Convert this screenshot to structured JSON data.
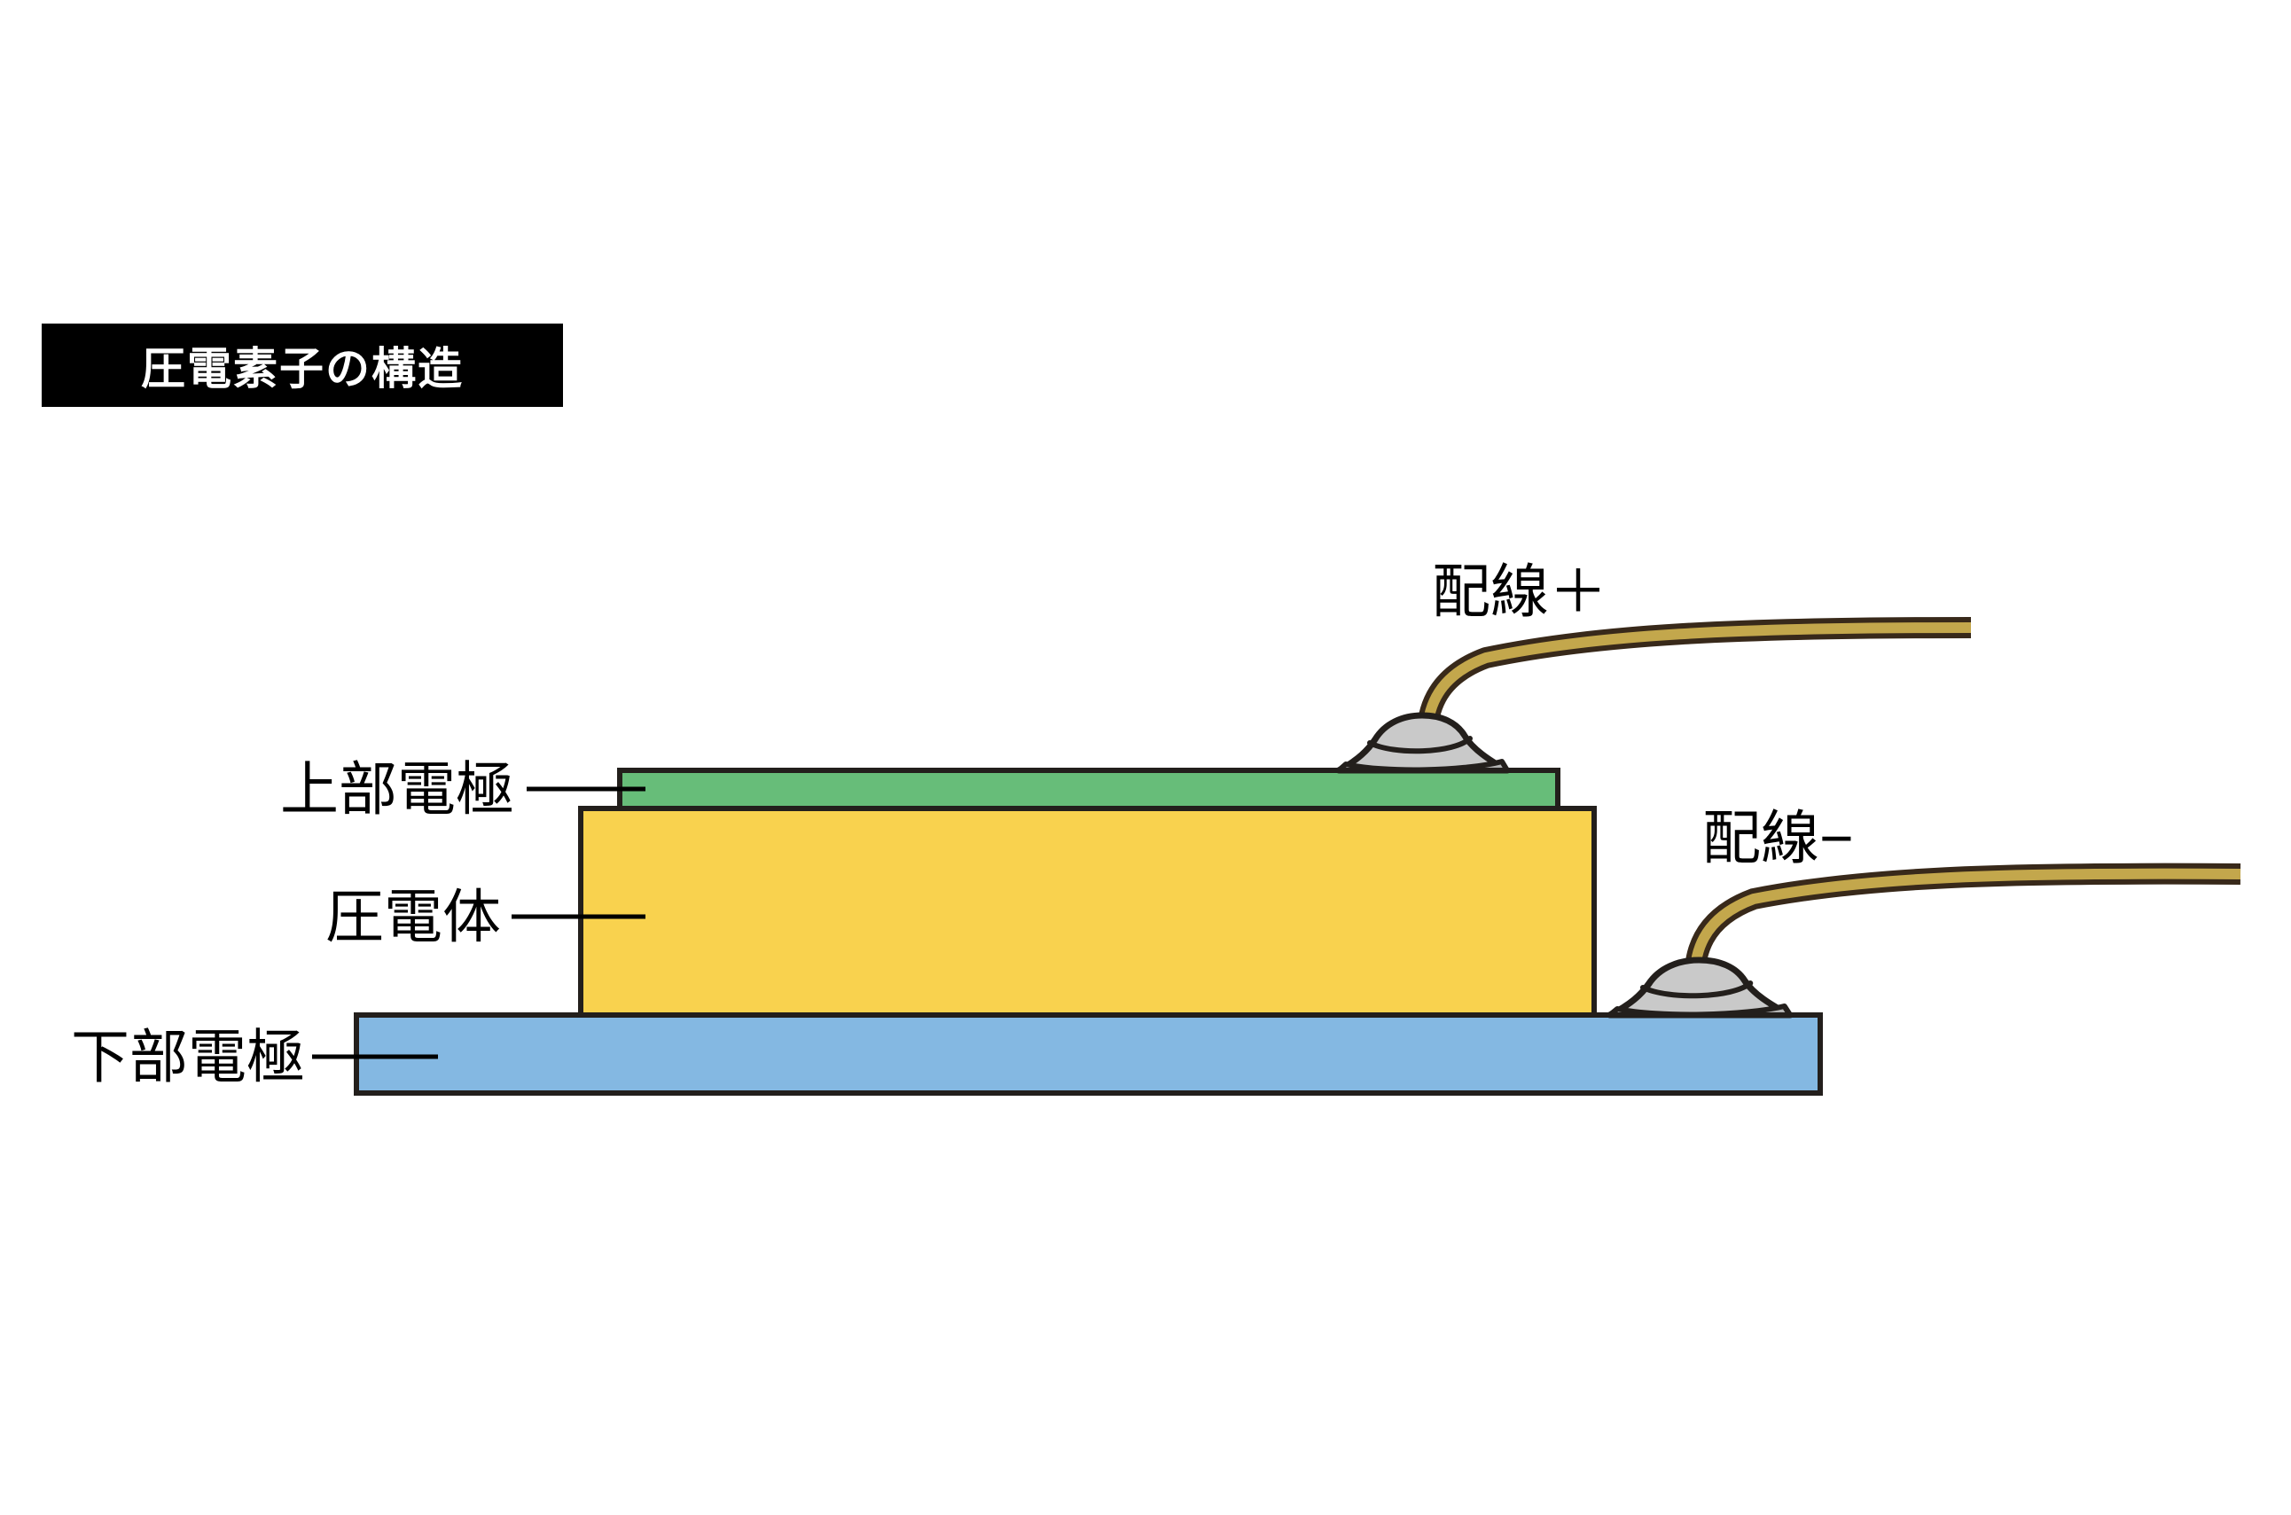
{
  "header": {
    "title": "圧電素子の構造",
    "bg": "#000000",
    "text_color": "#ffffff"
  },
  "diagram": {
    "layers": [
      {
        "id": "top-electrode",
        "label": "上部電極",
        "color": "#67bd79"
      },
      {
        "id": "piezo-body",
        "label": "圧電体",
        "color": "#f9d24e"
      },
      {
        "id": "bottom-electrode",
        "label": "下部電極",
        "color": "#84b8e2"
      }
    ],
    "wires": [
      {
        "id": "wire-plus",
        "label": "配線＋",
        "color": "#c3a74c"
      },
      {
        "id": "wire-minus",
        "label": "配線−",
        "color": "#c3a74c"
      }
    ],
    "wire_outline_color": "#38291a",
    "solder": {
      "fill": "#c9c9c9",
      "shade": "#b3b3b3"
    },
    "outline_color": "#231f1c",
    "label_color": "#000000",
    "background": "#ffffff"
  }
}
